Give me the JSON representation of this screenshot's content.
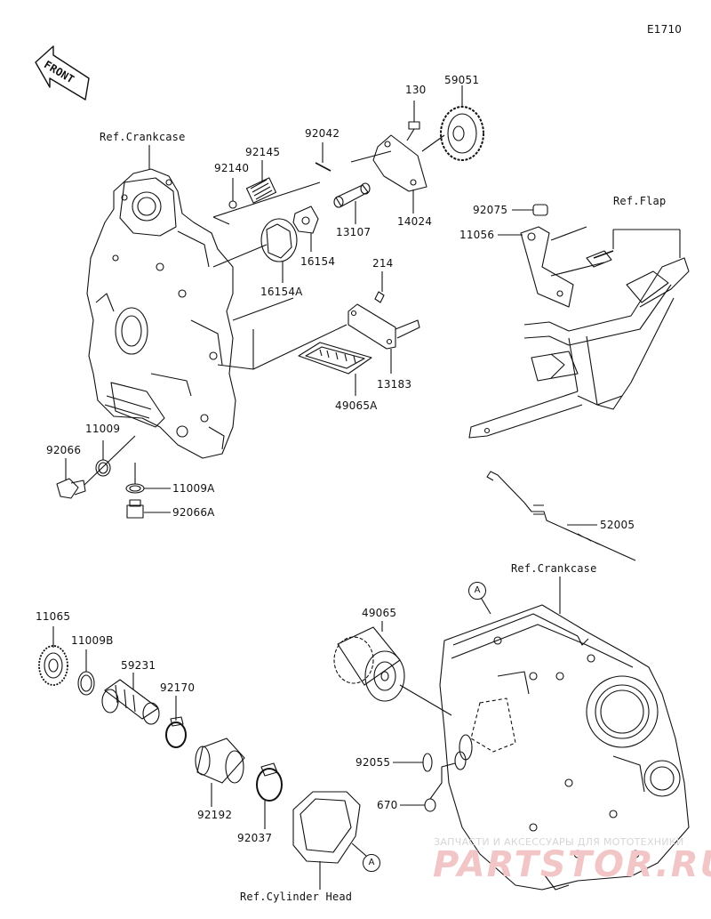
{
  "diagram_id": "E1710",
  "front_label": "FRONT",
  "refs": {
    "crankcase_top": "Ref.Crankcase",
    "flap": "Ref.Flap",
    "crankcase_bottom": "Ref.Crankcase",
    "cylinder_head": "Ref.Cylinder Head"
  },
  "callout_a": "A",
  "parts": {
    "p130": "130",
    "p59051": "59051",
    "p92042": "92042",
    "p92145": "92145",
    "p92140": "92140",
    "p14024": "14024",
    "p13107": "13107",
    "p16154": "16154",
    "p16154a": "16154A",
    "p92075": "92075",
    "p11056": "11056",
    "p214": "214",
    "p13183": "13183",
    "p49065a": "49065A",
    "p11009": "11009",
    "p92066": "92066",
    "p11009a": "11009A",
    "p92066a": "92066A",
    "p52005": "52005",
    "p11065": "11065",
    "p11009b": "11009B",
    "p59231": "59231",
    "p92170": "92170",
    "p49065": "49065",
    "p92192": "92192",
    "p92037": "92037",
    "p92055": "92055",
    "p670": "670"
  },
  "watermark": {
    "line1": "ЗАПЧАСТИ И АКСЕССУАРЫ ДЛЯ МОТОТЕХНИКИ",
    "line2": "PARTSTOR.RU"
  }
}
